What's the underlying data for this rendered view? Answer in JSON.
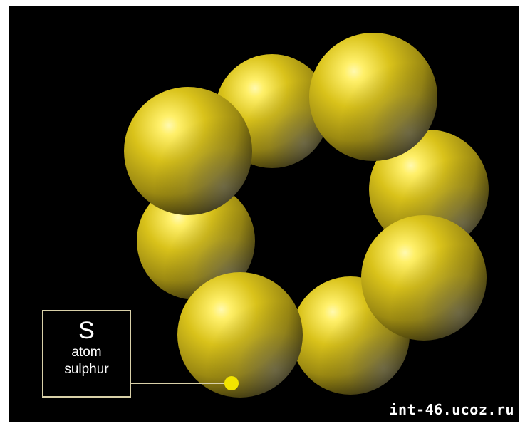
{
  "legend": {
    "symbol": "S",
    "line1": "atom",
    "line2": "sulphur"
  },
  "watermark": "int-46.ucoz.ru",
  "colors": {
    "background": "#000000",
    "atom_light": "#fff36a",
    "atom_mid": "#d9c21a",
    "atom_dark": "#6d5f0a",
    "legend_border": "#d8d0a8",
    "pointer": "#f2e400"
  }
}
